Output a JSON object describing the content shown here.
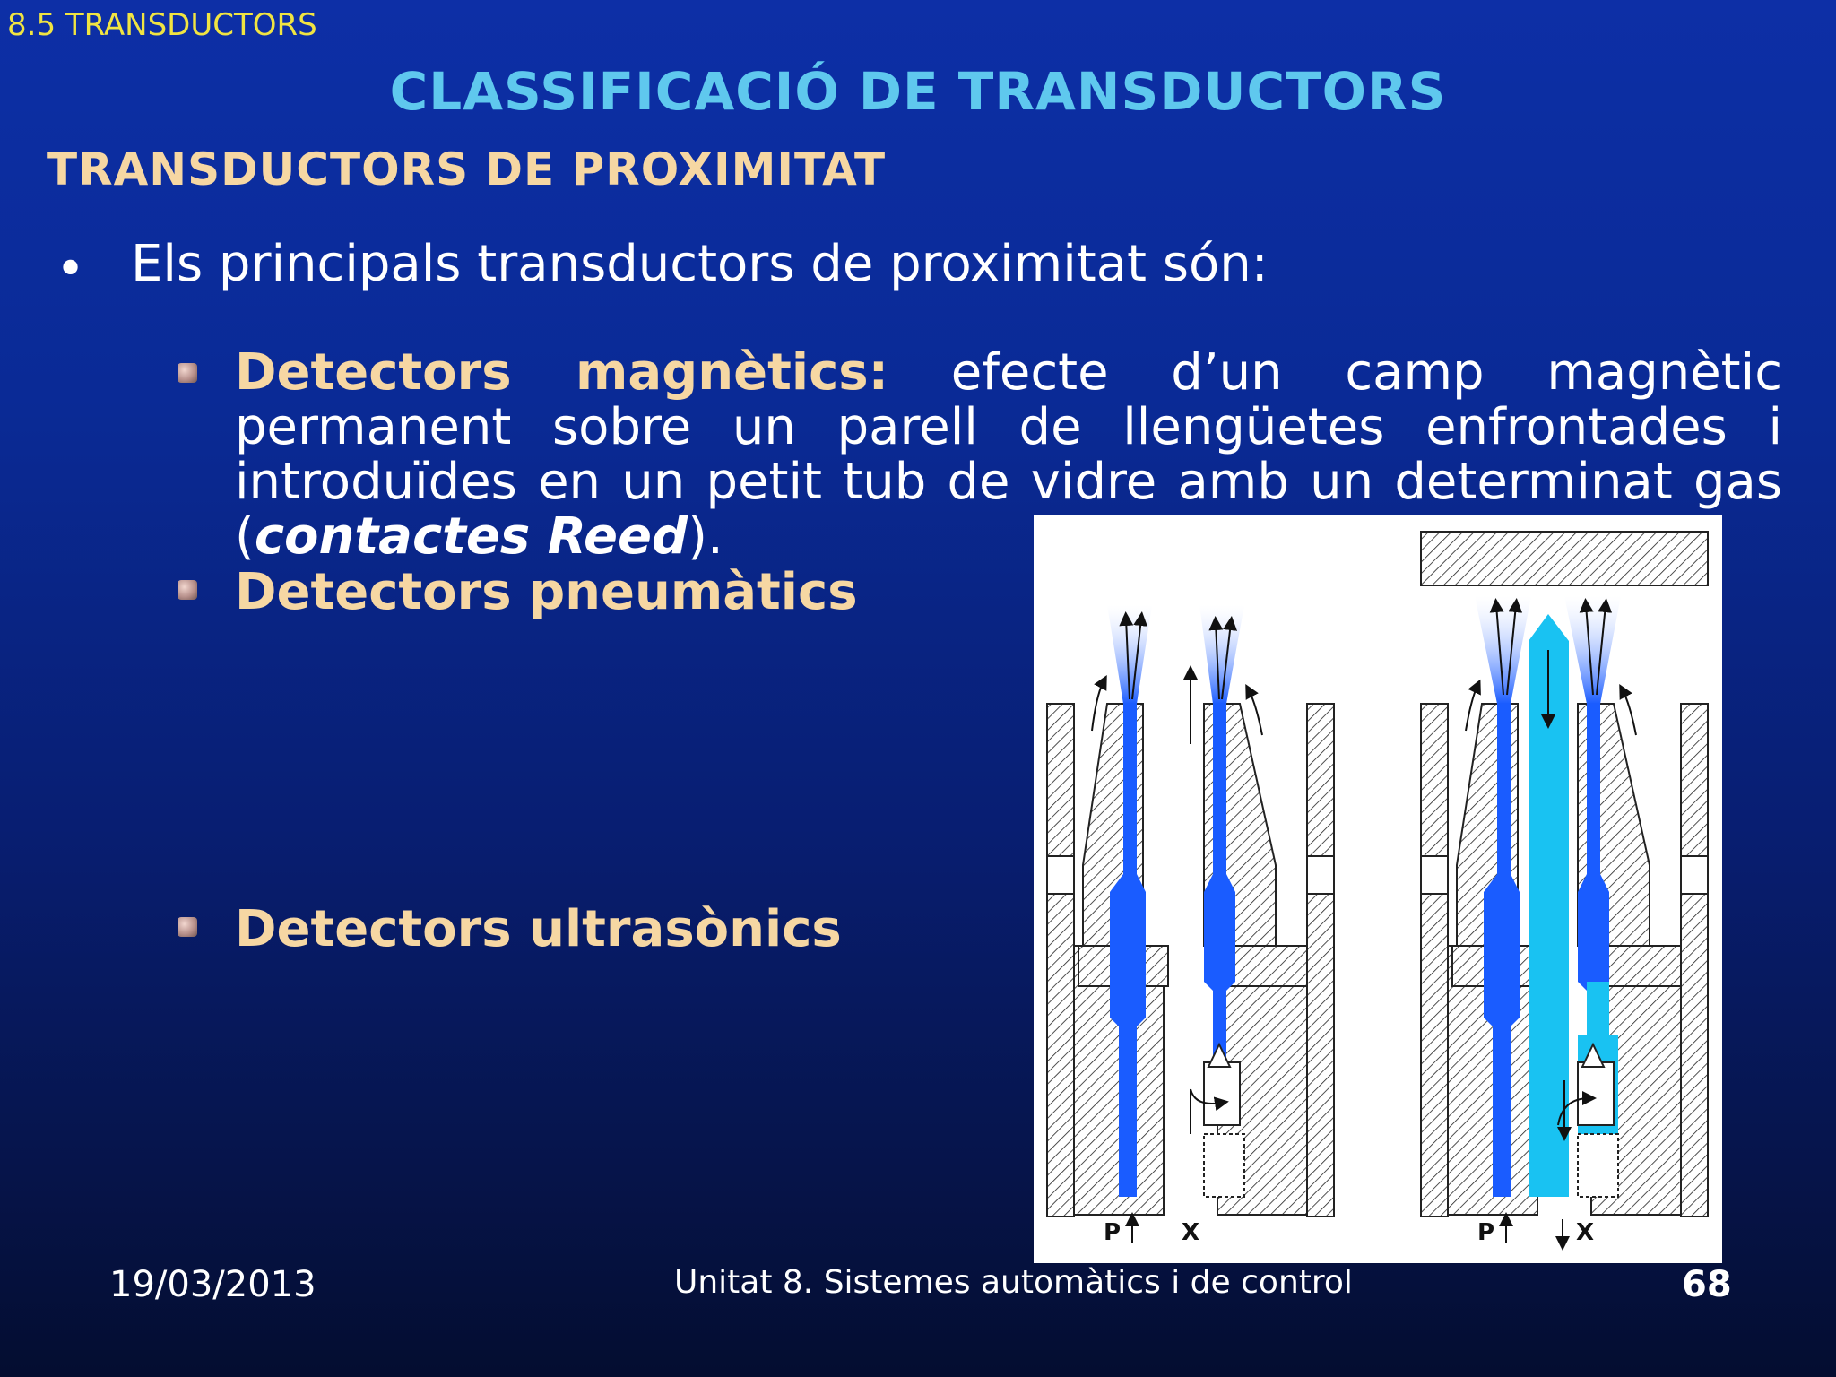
{
  "header": {
    "section": "8.5 TRANSDUCTORS",
    "title": "CLASSIFICACIÓ DE TRANSDUCTORS",
    "subtitle": "TRANSDUCTORS DE PROXIMITAT"
  },
  "intro": {
    "bullet": "•",
    "text": "Els principals transductors de proximitat són:"
  },
  "items": [
    {
      "label": "Detectors magnètics:",
      "text": " efecte d’un camp magnètic permanent sobre un parell de llengüetes enfrontades i introduïdes en un petit tub de vidre amb un determinat gas (",
      "emphasis": "contactes Reed",
      "text_end": ")."
    },
    {
      "label": "Detectors pneumàtics"
    },
    {
      "label": "Detectors ultrasònics"
    }
  ],
  "figure": {
    "left_labels": {
      "p": "P",
      "x": "X"
    },
    "right_labels": {
      "p": "P",
      "x": "X"
    }
  },
  "footer": {
    "date": "19/03/2013",
    "course": "Unitat 8. Sistemes automàtics i de control",
    "page": "68"
  },
  "colors": {
    "title": "#5fc8ee",
    "subtitle": "#f6d7a3",
    "section": "#f0e442",
    "air_flow": "#1a5cff",
    "air_flow_light": "#19c2f2"
  }
}
